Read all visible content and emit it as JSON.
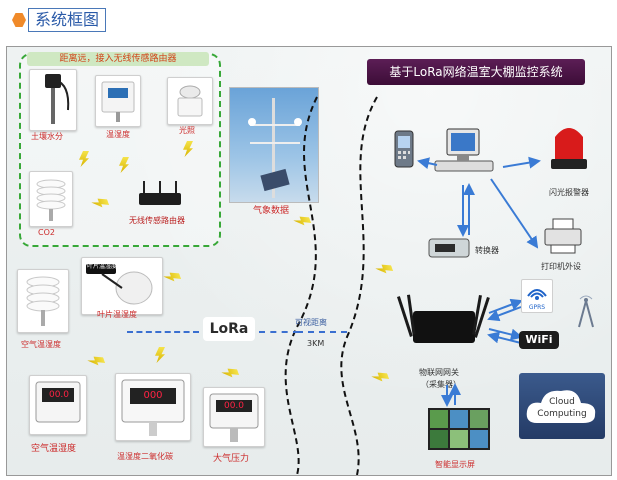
{
  "header": {
    "title": "系统框图"
  },
  "group": {
    "title": "距离远，接入无线传感路由器"
  },
  "system_title": "基于LoRa网络温室大棚监控系统",
  "nodes": {
    "soil": "土壤水分",
    "temp_humid": "温湿度",
    "light": "光照",
    "co2": "CO2",
    "router": "无线传感路由器",
    "weather": "气象数据",
    "leaf": "叶片温湿度",
    "air_temp": "空气温湿度",
    "lora": "LoRa",
    "air_temp2": "空气温湿度",
    "temp_co2": "温湿度二氧化碳",
    "pressure": "大气压力",
    "distance": "可视距离",
    "distance_val": "3KM",
    "converter": "转换器",
    "gateway": "物联网网关",
    "gateway_sub": "（采集器）",
    "alarm": "闪光报警器",
    "printer": "打印机外设",
    "gprs": "GPRS",
    "wifi": "WiFi",
    "cloud_a": "Cloud",
    "cloud_b": "Computing",
    "display": "智能显示屏"
  },
  "readouts": {
    "leaf_sensor": "叶片温湿度",
    "panel1": "00.0",
    "panel2": "000",
    "panel3": "00.0"
  },
  "colors": {
    "accent": "#3a7bd5",
    "label_red": "#cc2b2b",
    "banner": "#4a1445"
  }
}
